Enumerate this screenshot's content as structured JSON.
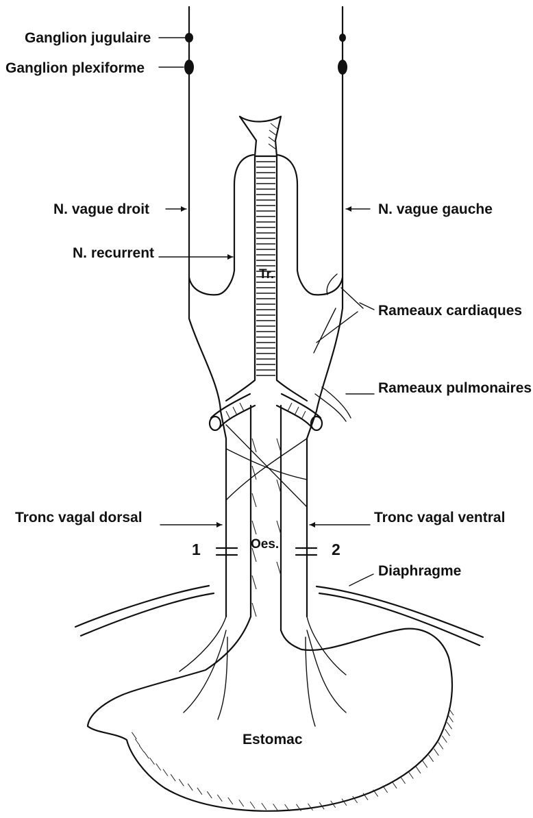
{
  "labels": {
    "ganglion_jugulaire": "Ganglion jugulaire",
    "ganglion_plexiforme": "Ganglion plexiforme",
    "n_vague_droit": "N. vague droit",
    "n_vague_gauche": "N. vague gauche",
    "n_recurrent": "N. recurrent",
    "rameaux_cardiaques": "Rameaux cardiaques",
    "rameaux_pulmonaires": "Rameaux pulmonaires",
    "trachea": "Tr.",
    "tronc_vagal_dorsal": "Tronc vagal dorsal",
    "tronc_vagal_ventral": "Tronc vagal ventral",
    "oesophagus": "Oes.",
    "cut_1": "1",
    "cut_2": "2",
    "diaphragme": "Diaphragme",
    "estomac": "Estomac"
  }
}
